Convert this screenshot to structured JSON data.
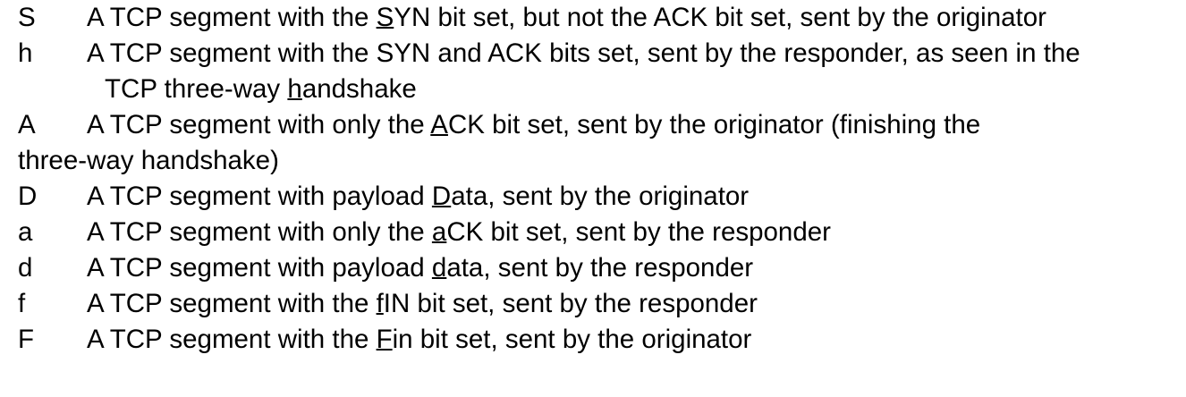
{
  "document": {
    "kind": "tcp-flag-legend",
    "background_color": "#ffffff",
    "text_color": "#000000",
    "rows": [
      {
        "code": "S",
        "desc_pre": "A TCP segment with the ",
        "mark": "S",
        "desc_post": "YN bit set, but not the ACK bit set, sent by the originator",
        "continuation": "",
        "continuation_style": "none"
      },
      {
        "code": "h",
        "desc_pre": "A TCP segment with the SYN and ACK bits set, sent by the responder, as seen in the",
        "mark": "",
        "desc_post": "",
        "continuation_pre": "TCP three-way ",
        "continuation_mark": "h",
        "continuation_post": "andshake",
        "continuation_style": "indent"
      },
      {
        "code": "A",
        "desc_pre": "A TCP segment with only the ",
        "mark": "A",
        "desc_post": "CK bit set, sent by the originator (finishing the",
        "continuation_pre": "three-way handshake)",
        "continuation_mark": "",
        "continuation_post": "",
        "continuation_style": "flush"
      },
      {
        "code": "D",
        "desc_pre": "A TCP segment with payload ",
        "mark": "D",
        "desc_post": "ata, sent by the originator",
        "continuation_style": "none"
      },
      {
        "code": "a",
        "desc_pre": "A TCP segment with only the ",
        "mark": "a",
        "desc_post": "CK bit set, sent by the responder",
        "continuation_style": "none"
      },
      {
        "code": "d",
        "desc_pre": "A TCP segment with payload ",
        "mark": "d",
        "desc_post": "ata, sent by the responder",
        "continuation_style": "none"
      },
      {
        "code": "f",
        "desc_pre": "A TCP segment with the ",
        "mark": "f",
        "desc_post": "IN bit set, sent by the responder",
        "continuation_style": "none"
      },
      {
        "code": "F",
        "desc_pre": "A TCP segment with the ",
        "mark": "F",
        "desc_post": "in bit set, sent by the originator",
        "continuation_style": "none"
      }
    ]
  }
}
